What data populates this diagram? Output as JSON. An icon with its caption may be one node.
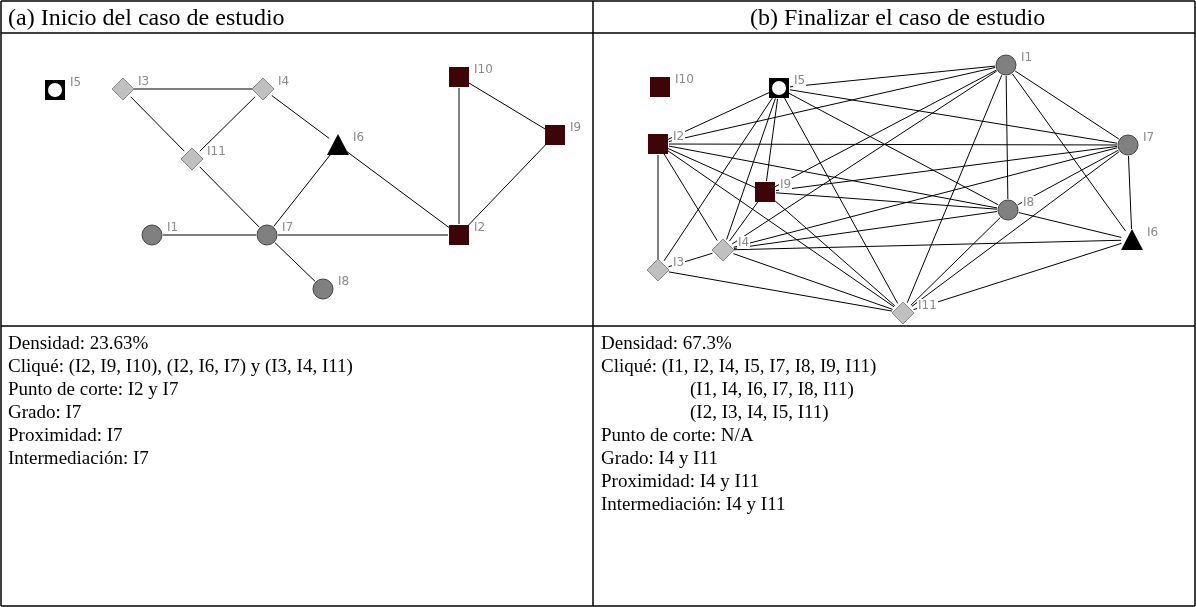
{
  "diagram": {
    "nodes": [
      {
        "text": [
          "I5"
        ]
      },
      {
        "text": [
          "I3"
        ]
      },
      {
        "text": [
          "I4"
        ]
      },
      {
        "text": [
          "I10"
        ]
      },
      {
        "text": [
          "I6"
        ]
      },
      {
        "text": [
          "I11"
        ]
      },
      {
        "text": [
          "I9"
        ]
      },
      {
        "text": [
          "I1"
        ]
      },
      {
        "text": [
          "I7"
        ]
      },
      {
        "text": [
          "I2"
        ]
      },
      {
        "text": [
          "I8"
        ]
      },
      {
        "text": [
          "I10"
        ]
      },
      {
        "text": [
          "I5"
        ]
      },
      {
        "text": [
          "I1"
        ]
      },
      {
        "text": [
          "I2"
        ]
      },
      {
        "text": [
          "I7"
        ]
      },
      {
        "text": [
          "I9"
        ]
      },
      {
        "text": [
          "I8"
        ]
      },
      {
        "text": [
          "I6"
        ]
      },
      {
        "text": [
          "I4"
        ]
      },
      {
        "text": [
          "I3"
        ]
      },
      {
        "text": [
          "I11"
        ]
      }
    ],
    "edges": [
      {
        "from": 1,
        "to": 2,
        "arrow": "none"
      },
      {
        "from": 1,
        "to": 5,
        "arrow": "none"
      },
      {
        "from": 2,
        "to": 5,
        "arrow": "none"
      },
      {
        "from": 2,
        "to": 4,
        "arrow": "none"
      },
      {
        "from": 3,
        "to": 9,
        "arrow": "none"
      },
      {
        "from": 3,
        "to": 6,
        "arrow": "none"
      },
      {
        "from": 4,
        "to": 8,
        "arrow": "none"
      },
      {
        "from": 4,
        "to": 9,
        "arrow": "none"
      },
      {
        "from": 5,
        "to": 8,
        "arrow": "none"
      },
      {
        "from": 6,
        "to": 9,
        "arrow": "none"
      },
      {
        "from": 7,
        "to": 8,
        "arrow": "none"
      },
      {
        "from": 8,
        "to": 9,
        "arrow": "none"
      },
      {
        "from": 8,
        "to": 10,
        "arrow": "none"
      },
      {
        "from": 12,
        "to": 13,
        "arrow": "none"
      },
      {
        "from": 12,
        "to": 14,
        "arrow": "none"
      },
      {
        "from": 12,
        "to": 15,
        "arrow": "none"
      },
      {
        "from": 12,
        "to": 16,
        "arrow": "none"
      },
      {
        "from": 12,
        "to": 17,
        "arrow": "none"
      },
      {
        "from": 12,
        "to": 19,
        "arrow": "none"
      },
      {
        "from": 12,
        "to": 21,
        "arrow": "none"
      },
      {
        "from": 12,
        "to": 20,
        "arrow": "none"
      },
      {
        "from": 13,
        "to": 14,
        "arrow": "none"
      },
      {
        "from": 13,
        "to": 15,
        "arrow": "none"
      },
      {
        "from": 13,
        "to": 16,
        "arrow": "none"
      },
      {
        "from": 13,
        "to": 17,
        "arrow": "none"
      },
      {
        "from": 13,
        "to": 19,
        "arrow": "none"
      },
      {
        "from": 13,
        "to": 21,
        "arrow": "none"
      },
      {
        "from": 13,
        "to": 18,
        "arrow": "none"
      },
      {
        "from": 14,
        "to": 15,
        "arrow": "none"
      },
      {
        "from": 14,
        "to": 16,
        "arrow": "none"
      },
      {
        "from": 14,
        "to": 17,
        "arrow": "none"
      },
      {
        "from": 14,
        "to": 19,
        "arrow": "none"
      },
      {
        "from": 14,
        "to": 21,
        "arrow": "none"
      },
      {
        "from": 14,
        "to": 20,
        "arrow": "none"
      },
      {
        "from": 15,
        "to": 16,
        "arrow": "none"
      },
      {
        "from": 15,
        "to": 17,
        "arrow": "none"
      },
      {
        "from": 15,
        "to": 19,
        "arrow": "none"
      },
      {
        "from": 15,
        "to": 21,
        "arrow": "none"
      },
      {
        "from": 15,
        "to": 18,
        "arrow": "none"
      },
      {
        "from": 16,
        "to": 17,
        "arrow": "none"
      },
      {
        "from": 16,
        "to": 19,
        "arrow": "none"
      },
      {
        "from": 16,
        "to": 21,
        "arrow": "none"
      },
      {
        "from": 17,
        "to": 19,
        "arrow": "none"
      },
      {
        "from": 17,
        "to": 21,
        "arrow": "none"
      },
      {
        "from": 17,
        "to": 18,
        "arrow": "none"
      },
      {
        "from": 18,
        "to": 19,
        "arrow": "none"
      },
      {
        "from": 18,
        "to": 21,
        "arrow": "none"
      },
      {
        "from": 19,
        "to": 21,
        "arrow": "none"
      },
      {
        "from": 19,
        "to": 20,
        "arrow": "none"
      },
      {
        "from": 20,
        "to": 21,
        "arrow": "none"
      }
    ],
    "labels": [
      "(a) Inicio del caso de estudio",
      "(b) Finalizar el caso de estudio",
      "Densidad: 23.63%",
      "Cliqué: (I2, I9, I10), (I2, I6, I7) y (I3, I4, I11)",
      "Punto de corte: I2 y I7",
      "Grado: I7",
      "Proximidad: I7",
      "Intermediación: I7",
      "Densidad: 67.3%",
      "Cliqué: (I1, I2, I4, I5, I7, I8, I9, I11)",
      "(I1, I4, I6, I7, I8, I11)",
      "(I2, I3, I4, I5, I11)",
      "Punto de corte: N/A",
      "Grado: I4 y I11",
      "Proximidad: I4 y I11",
      "Intermediación: I4 y I11"
    ]
  }
}
